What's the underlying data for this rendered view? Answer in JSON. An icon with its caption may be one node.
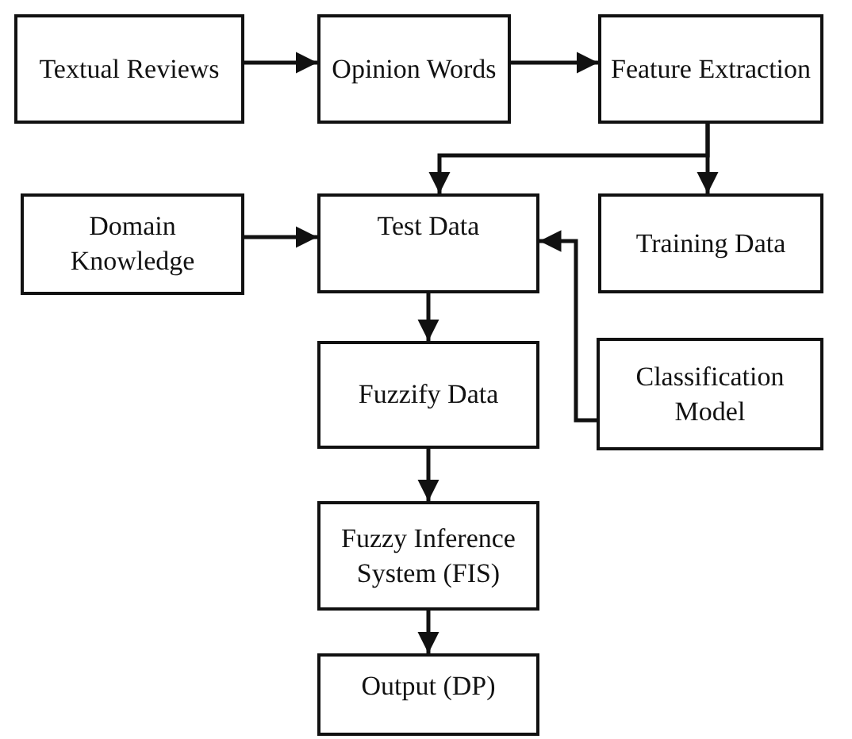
{
  "diagram": {
    "nodes": [
      {
        "text": [
          "Textual Reviews"
        ]
      },
      {
        "text": [
          "Opinion Words"
        ]
      },
      {
        "text": [
          "Feature Extraction"
        ]
      },
      {
        "text": [
          "Domain Knowledge"
        ]
      },
      {
        "text": [
          "Test Data"
        ]
      },
      {
        "text": [
          "Training Data"
        ]
      },
      {
        "text": [
          "Classification Model"
        ]
      },
      {
        "text": [
          "Fuzzify Data"
        ]
      },
      {
        "text": [
          "Fuzzy Inference System (FIS)"
        ]
      },
      {
        "text": [
          "Output (DP)"
        ]
      }
    ],
    "edges": [
      {
        "from": 0,
        "to": 1,
        "arrow": "to"
      },
      {
        "from": 1,
        "to": 2,
        "arrow": "to"
      },
      {
        "from": 2,
        "to": 4,
        "arrow": "to"
      },
      {
        "from": 2,
        "to": 5,
        "arrow": "to"
      },
      {
        "from": 3,
        "to": 4,
        "arrow": "to"
      },
      {
        "from": 6,
        "to": 4,
        "arrow": "to"
      },
      {
        "from": 4,
        "to": 7,
        "arrow": "to"
      },
      {
        "from": 7,
        "to": 8,
        "arrow": "to"
      },
      {
        "from": 8,
        "to": 9,
        "arrow": "to"
      }
    ]
  }
}
